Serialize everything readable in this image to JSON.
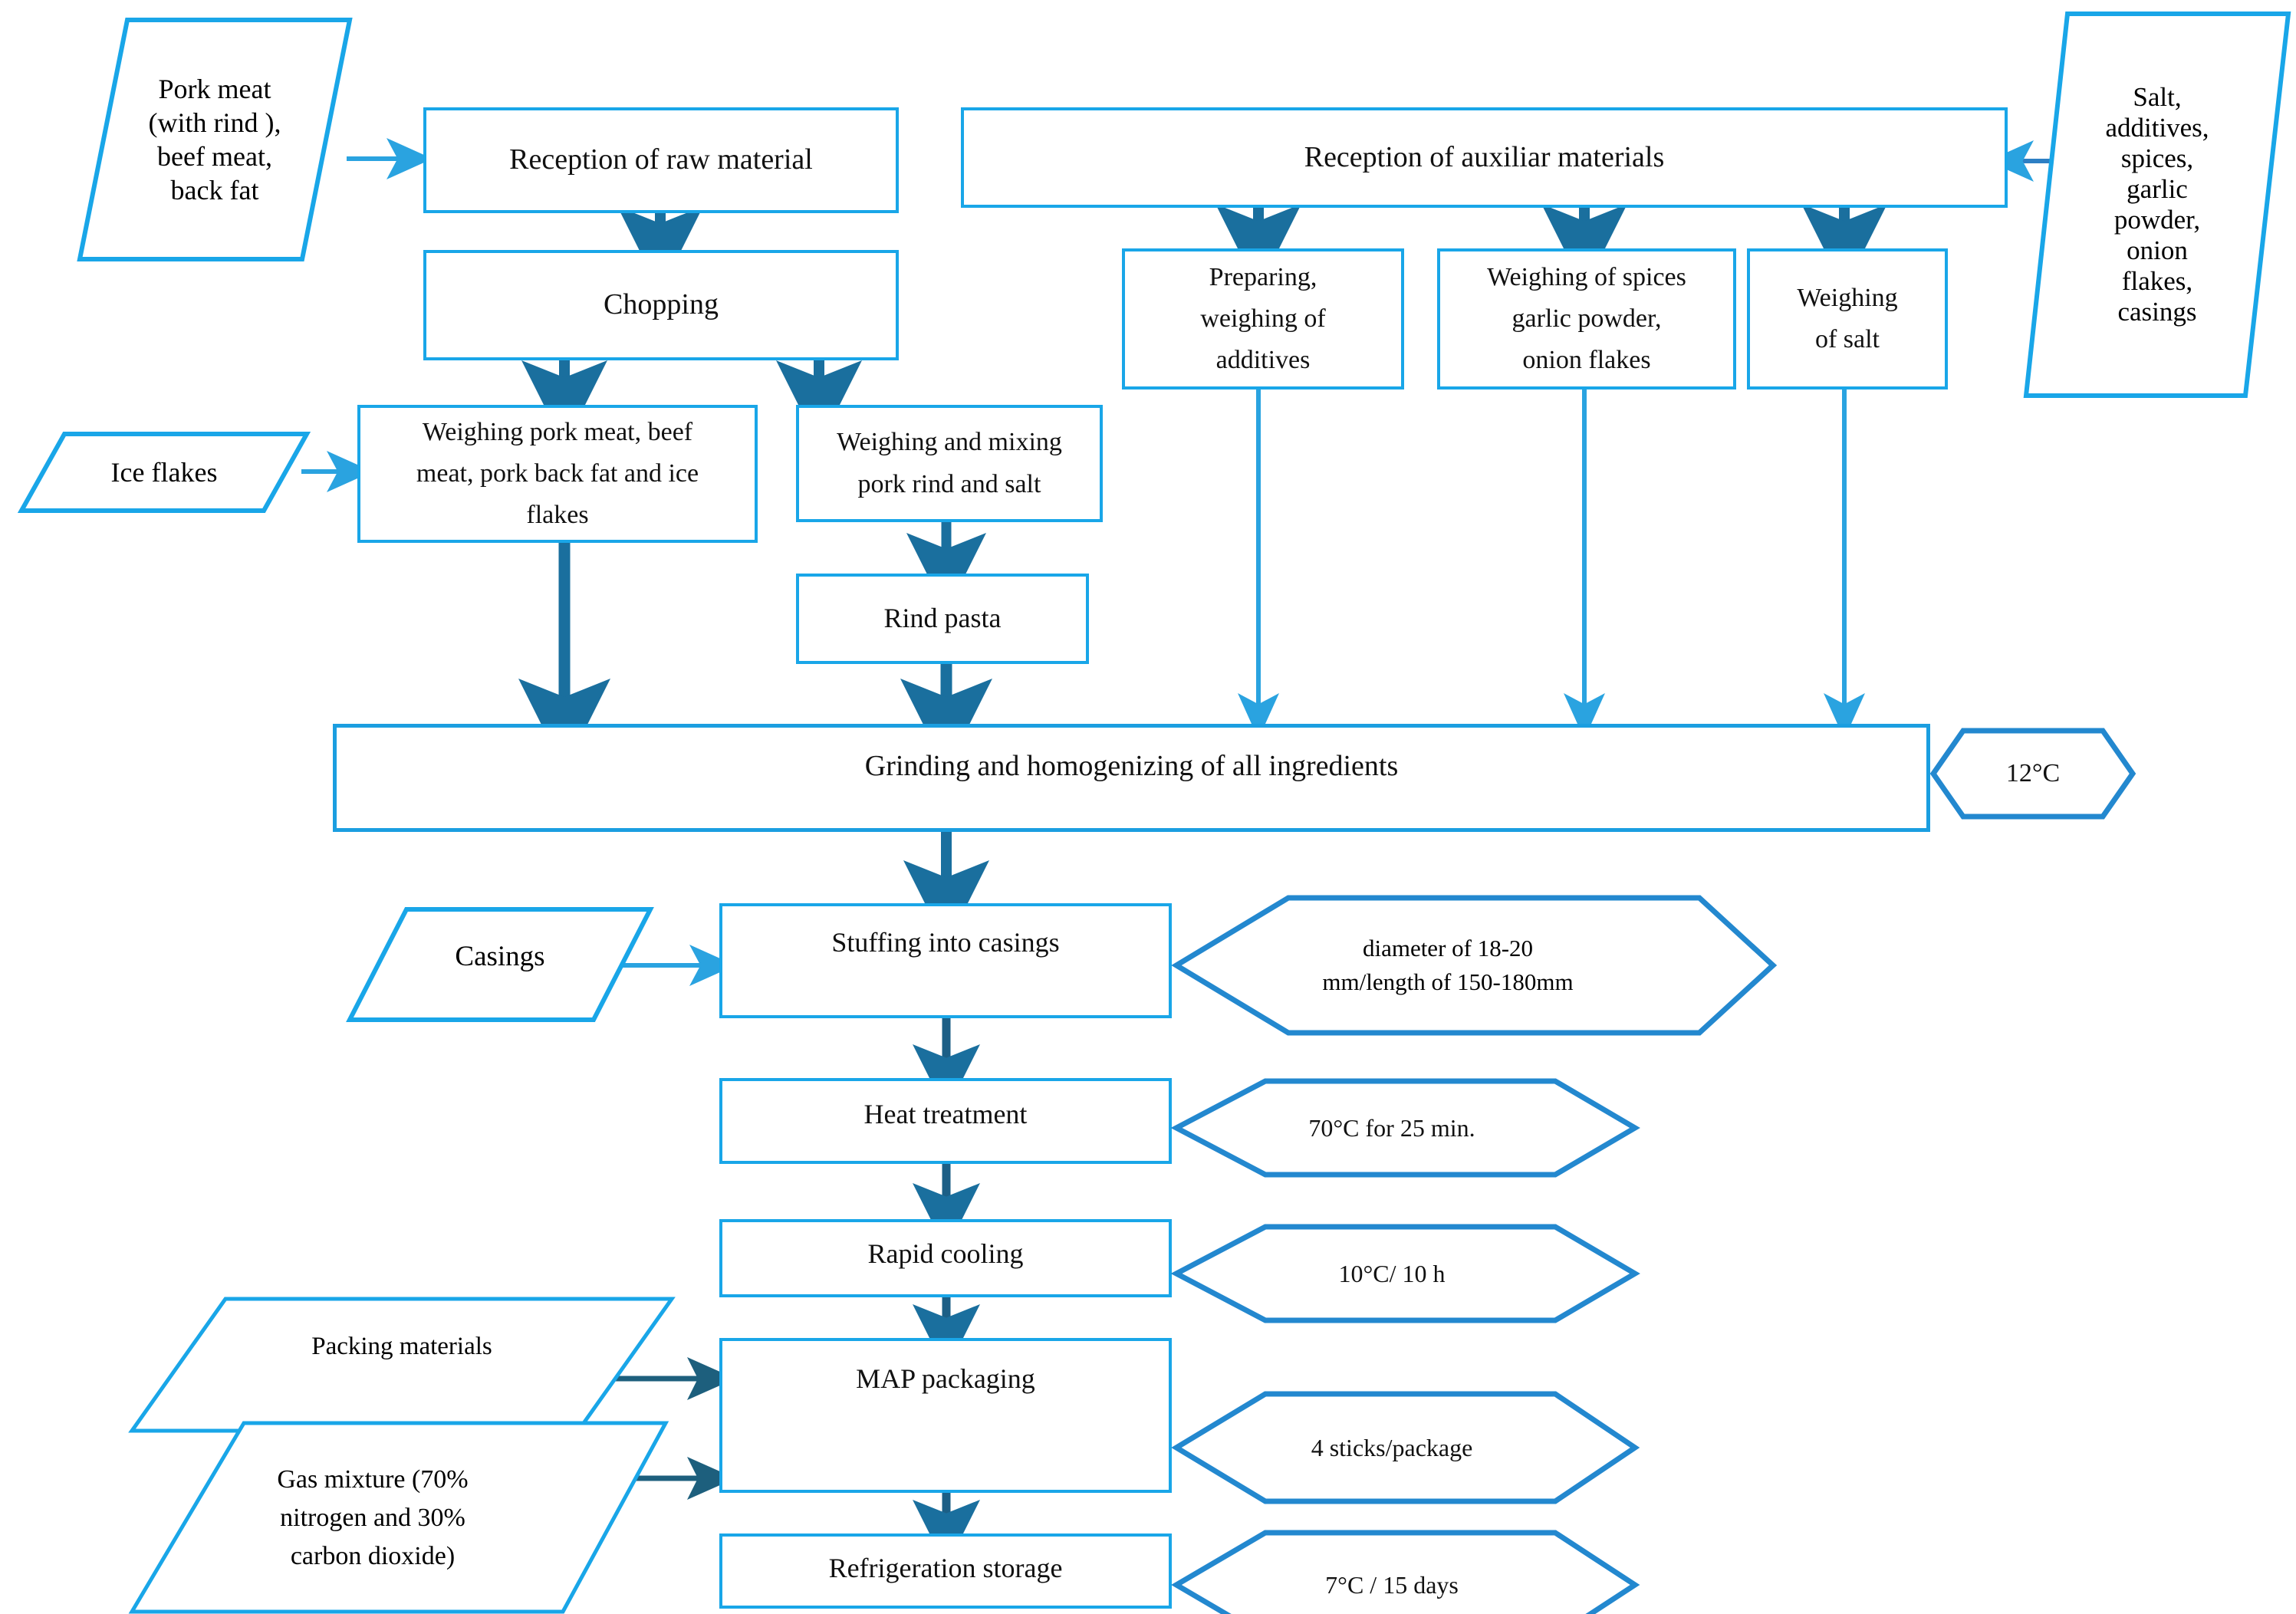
{
  "diagram": {
    "title": "Flow diagram of sausage production process",
    "colors": {
      "shape_stroke_light": "#19a6e8",
      "shape_stroke_dark": "#1b7fb5",
      "arrow_thick": "#1a6f9e",
      "arrow_thin": "#1f99d8",
      "arrow_dark_thin": "#1d6b8c",
      "text": "#111111",
      "background": "#ffffff"
    },
    "nodes": {
      "pork_meat_input": "Pork meat (with rind ), beef meat, back fat",
      "pork_meat_input_lines": [
        "Pork meat",
        "(with rind ),",
        "beef meat,",
        "back fat"
      ],
      "reception_raw": "Reception of raw material",
      "reception_auxiliar": "Reception of auxiliar materials",
      "salt_additives_input_lines": [
        "Salt,",
        "additives,",
        "spices,",
        "garlic",
        "powder,",
        "onion",
        "flakes,",
        "casings"
      ],
      "chopping": "Chopping",
      "preparing_additives_lines": [
        "Preparing,",
        "weighing of",
        "additives"
      ],
      "weighing_spices_lines": [
        "Weighing of spices",
        "garlic powder,",
        "onion flakes"
      ],
      "weighing_salt_lines": [
        "Weighing",
        "of salt"
      ],
      "ice_flakes_input": "Ice flakes",
      "weighing_meat_lines": [
        "Weighing pork meat, beef",
        "meat, pork  back fat and ice",
        "flakes"
      ],
      "weighing_rind_lines": [
        "Weighing and mixing",
        "pork rind and salt"
      ],
      "rind_pasta": "Rind pasta",
      "grinding": "Grinding  and homogenizing of  all ingredients",
      "grinding_spec": "12°C",
      "casings_input": "Casings",
      "stuffing": "Stuffing into  casings",
      "stuffing_spec_lines": [
        "diameter of 18-20",
        "mm/length of 150-180mm"
      ],
      "heat_treatment": "Heat treatment",
      "heat_treatment_spec": "70°C for 25 min.",
      "rapid_cooling": "Rapid cooling",
      "rapid_cooling_spec": "10°C/ 10 h",
      "packing_materials_input": "Packing materials",
      "gas_mixture_input_lines": [
        "Gas mixture  (70%",
        "nitrogen and 30%",
        "carbon dioxide)"
      ],
      "map_packaging": "MAP packaging",
      "map_packaging_spec": "4 sticks/package",
      "refrigeration_storage": "Refrigeration storage",
      "refrigeration_storage_spec": "7°C / 15 days"
    },
    "flow_edges": [
      {
        "from": "pork_meat_input",
        "to": "reception_raw",
        "style": "thin-arrow"
      },
      {
        "from": "salt_additives_input",
        "to": "reception_auxiliar",
        "style": "thin-arrow"
      },
      {
        "from": "reception_raw",
        "to": "chopping",
        "style": "thick-arrow"
      },
      {
        "from": "reception_auxiliar",
        "to": "preparing_additives",
        "style": "thick-arrow"
      },
      {
        "from": "reception_auxiliar",
        "to": "weighing_spices",
        "style": "thick-arrow"
      },
      {
        "from": "reception_auxiliar",
        "to": "weighing_salt",
        "style": "thick-arrow"
      },
      {
        "from": "chopping",
        "to": "weighing_meat",
        "style": "thick-arrow"
      },
      {
        "from": "chopping",
        "to": "weighing_rind",
        "style": "thick-arrow"
      },
      {
        "from": "ice_flakes_input",
        "to": "weighing_meat",
        "style": "thin-arrow"
      },
      {
        "from": "weighing_rind",
        "to": "rind_pasta",
        "style": "thick-arrow"
      },
      {
        "from": "weighing_meat",
        "to": "grinding",
        "style": "thick-arrow"
      },
      {
        "from": "rind_pasta",
        "to": "grinding",
        "style": "thick-arrow"
      },
      {
        "from": "preparing_additives",
        "to": "grinding",
        "style": "thin-arrow"
      },
      {
        "from": "weighing_spices",
        "to": "grinding",
        "style": "thin-arrow"
      },
      {
        "from": "weighing_salt",
        "to": "grinding",
        "style": "thin-arrow"
      },
      {
        "from": "grinding",
        "to": "stuffing",
        "style": "thick-arrow"
      },
      {
        "from": "casings_input",
        "to": "stuffing",
        "style": "thin-arrow"
      },
      {
        "from": "stuffing",
        "to": "heat_treatment",
        "style": "thick-arrow"
      },
      {
        "from": "heat_treatment",
        "to": "rapid_cooling",
        "style": "thick-arrow"
      },
      {
        "from": "rapid_cooling",
        "to": "map_packaging",
        "style": "thick-arrow"
      },
      {
        "from": "packing_materials_input",
        "to": "map_packaging",
        "style": "dark-thin-arrow"
      },
      {
        "from": "gas_mixture_input",
        "to": "map_packaging",
        "style": "dark-thin-arrow"
      },
      {
        "from": "map_packaging",
        "to": "refrigeration_storage",
        "style": "thick-arrow"
      }
    ]
  }
}
